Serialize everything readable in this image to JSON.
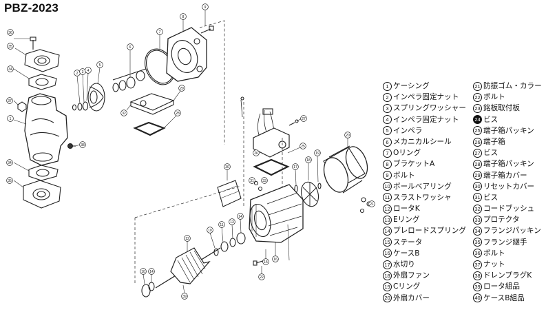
{
  "title": "PBZ-2023",
  "legend_left": [
    {
      "num": "1",
      "label": "ケーシング",
      "filled": false
    },
    {
      "num": "2",
      "label": "インペラ固定ナット",
      "filled": false
    },
    {
      "num": "3",
      "label": "スプリングワッシャー",
      "filled": false
    },
    {
      "num": "4",
      "label": "インペラ固定ナット",
      "filled": false
    },
    {
      "num": "5",
      "label": "インペラ",
      "filled": false
    },
    {
      "num": "6",
      "label": "メカニカルシール",
      "filled": false
    },
    {
      "num": "7",
      "label": "Oリング",
      "filled": false
    },
    {
      "num": "8",
      "label": "ブラケットA",
      "filled": false
    },
    {
      "num": "9",
      "label": "ボルト",
      "filled": false
    },
    {
      "num": "10",
      "label": "ボールベアリング",
      "filled": false
    },
    {
      "num": "11",
      "label": "スラストワッシャ",
      "filled": false
    },
    {
      "num": "12",
      "label": "ロータK",
      "filled": false
    },
    {
      "num": "13",
      "label": "Eリング",
      "filled": false
    },
    {
      "num": "14",
      "label": "プレロードスプリング",
      "filled": false
    },
    {
      "num": "15",
      "label": "ステータ",
      "filled": false
    },
    {
      "num": "16",
      "label": "ケースB",
      "filled": false
    },
    {
      "num": "17",
      "label": "水切り",
      "filled": false
    },
    {
      "num": "18",
      "label": "外扇ファン",
      "filled": false
    },
    {
      "num": "19",
      "label": "Cリング",
      "filled": false
    },
    {
      "num": "20",
      "label": "外扇カバー",
      "filled": false
    }
  ],
  "legend_right": [
    {
      "num": "21",
      "label": "防振ゴム・カラー",
      "filled": false
    },
    {
      "num": "22",
      "label": "ボルト",
      "filled": false
    },
    {
      "num": "23",
      "label": "銘板取付板",
      "filled": false
    },
    {
      "num": "24",
      "label": "ビス",
      "filled": true
    },
    {
      "num": "25",
      "label": "端子箱パッキン",
      "filled": false
    },
    {
      "num": "26",
      "label": "端子箱",
      "filled": false
    },
    {
      "num": "27",
      "label": "ビス",
      "filled": false
    },
    {
      "num": "28",
      "label": "端子箱パッキン",
      "filled": false
    },
    {
      "num": "29",
      "label": "端子箱カバー",
      "filled": false
    },
    {
      "num": "30",
      "label": "リセットカバー",
      "filled": false
    },
    {
      "num": "31",
      "label": "ビス",
      "filled": false
    },
    {
      "num": "32",
      "label": "コードブッシュ",
      "filled": false
    },
    {
      "num": "33",
      "label": "プロテクタ",
      "filled": false
    },
    {
      "num": "34",
      "label": "フランジパッキン",
      "filled": false
    },
    {
      "num": "35",
      "label": "フランジ継手",
      "filled": false
    },
    {
      "num": "36",
      "label": "ボルト",
      "filled": false
    },
    {
      "num": "37",
      "label": "ナット",
      "filled": false
    },
    {
      "num": "38",
      "label": "ドレンプラグK",
      "filled": false
    },
    {
      "num": "39",
      "label": "ロータ組品",
      "filled": false
    },
    {
      "num": "40",
      "label": "ケースB組品",
      "filled": false
    }
  ],
  "callouts": [
    "36",
    "35",
    "34",
    "37",
    "1",
    "38",
    "34",
    "35",
    "2",
    "3",
    "4",
    "5",
    "6",
    "7",
    "8",
    "9",
    "29",
    "28",
    "32",
    "27",
    "25",
    "26",
    "21",
    "19",
    "20",
    "18",
    "17",
    "30",
    "31",
    "33",
    "15",
    "16",
    "22",
    "14",
    "13",
    "12",
    "11",
    "10",
    "39",
    "10",
    "40",
    "14"
  ]
}
